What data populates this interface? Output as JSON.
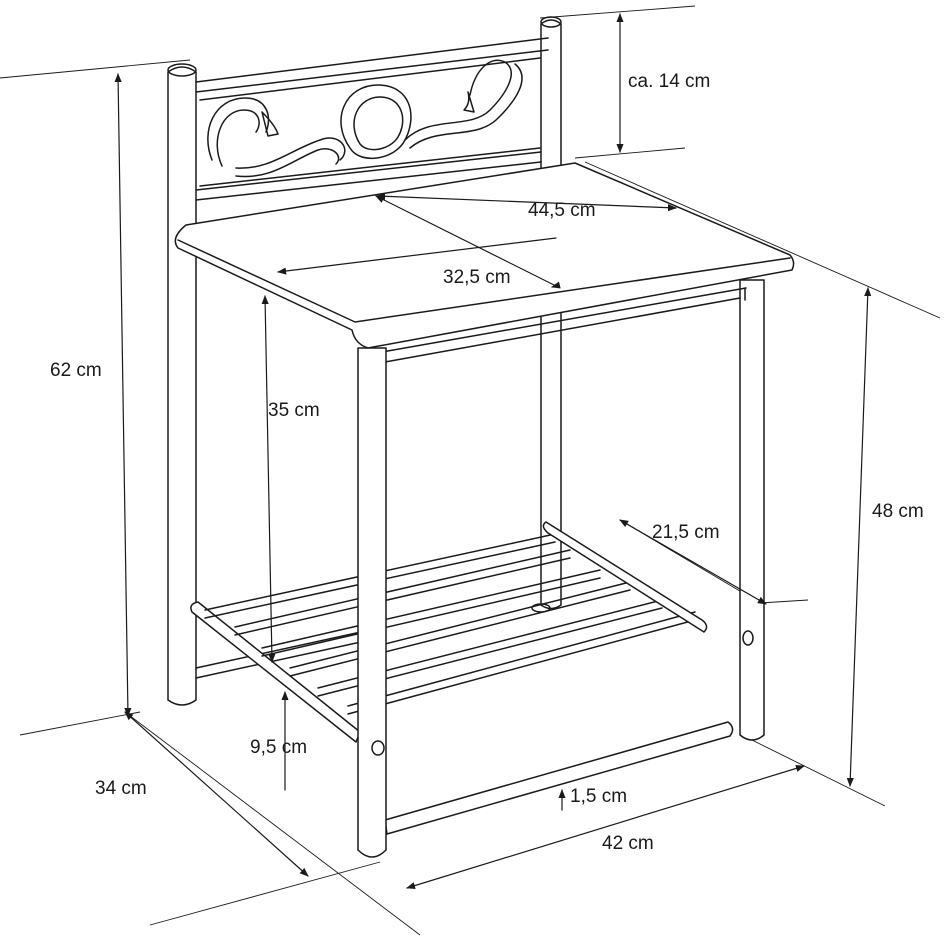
{
  "dimensions": {
    "headboard_height": "ca. 14 cm",
    "top_depth": "44,5 cm",
    "top_width": "32,5 cm",
    "total_height": "62 cm",
    "under_top_height": "35 cm",
    "shelf_depth": "21,5 cm",
    "front_height": "48 cm",
    "shelf_height": "9,5 cm",
    "side_depth": "34 cm",
    "bar_thickness": "1,5 cm",
    "front_width": "42 cm"
  }
}
